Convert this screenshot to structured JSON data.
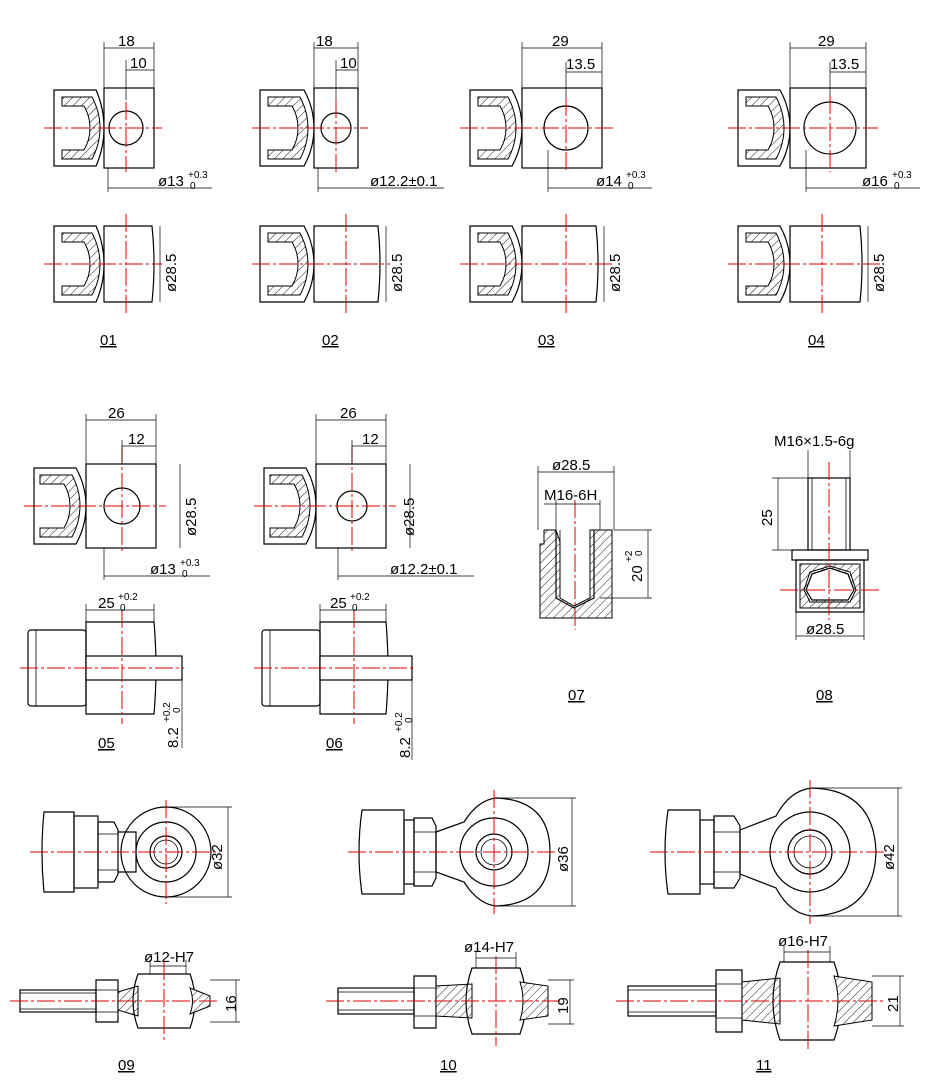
{
  "parts": {
    "p01": {
      "id": "01",
      "dim_len": "18",
      "dim_off": "10",
      "dim_hole": "ø13",
      "tol_hole": "+0.3/0",
      "dim_dia": "ø28.5"
    },
    "p02": {
      "id": "02",
      "dim_len": "18",
      "dim_off": "10",
      "dim_hole": "ø12.2±0.1",
      "dim_dia": "ø28.5"
    },
    "p03": {
      "id": "03",
      "dim_len": "29",
      "dim_off": "13.5",
      "dim_hole": "ø14",
      "tol_hole": "+0.3/0",
      "dim_dia": "ø28.5"
    },
    "p04": {
      "id": "04",
      "dim_len": "29",
      "dim_off": "13.5",
      "dim_hole": "ø16",
      "tol_hole": "+0.3/0",
      "dim_dia": "ø28.5"
    },
    "p05": {
      "id": "05",
      "dim_len": "26",
      "dim_off": "12",
      "dim_hole": "ø13",
      "tol_hole": "+0.3/0",
      "dim_dia": "ø28.5",
      "dim_slot": "25",
      "tol_slot": "+0.2/0",
      "dim_width": "8.2",
      "tol_width": "+0.2/0"
    },
    "p06": {
      "id": "06",
      "dim_len": "26",
      "dim_off": "12",
      "dim_hole": "ø12.2±0.1",
      "dim_dia": "ø28.5",
      "dim_slot": "25",
      "tol_slot": "+0.2/0",
      "dim_width": "8.2",
      "tol_width": "+0.2/0"
    },
    "p07": {
      "id": "07",
      "dim_dia": "ø28.5",
      "dim_thread": "M16-6H",
      "dim_depth": "20",
      "tol_depth": "+2/0"
    },
    "p08": {
      "id": "08",
      "dim_thread": "M16×1.5-6g",
      "dim_len": "25",
      "dim_dia": "ø28.5"
    },
    "p09": {
      "id": "09",
      "dim_dia": "ø32",
      "dim_bore": "ø12-H7",
      "dim_width": "16"
    },
    "p10": {
      "id": "10",
      "dim_dia": "ø36",
      "dim_bore": "ø14-H7",
      "dim_width": "19"
    },
    "p11": {
      "id": "11",
      "dim_dia": "ø42",
      "dim_bore": "ø16-H7",
      "dim_width": "21"
    }
  },
  "colors": {
    "outline": "#000000",
    "centerline": "#e00000"
  }
}
